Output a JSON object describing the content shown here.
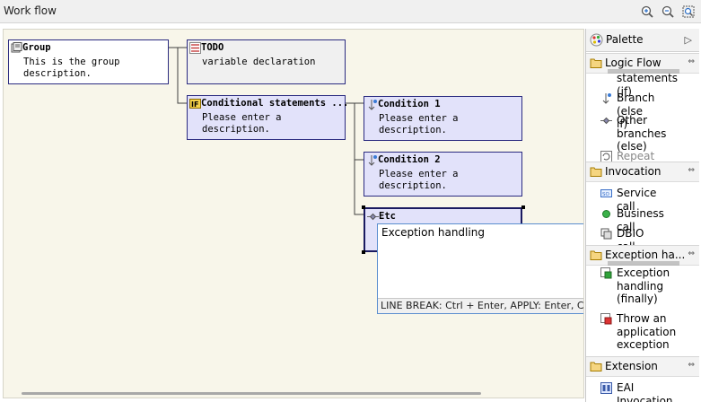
{
  "window": {
    "title": "Work flow",
    "zoom_in": "zoom-in-icon",
    "zoom_out": "zoom-out-icon",
    "fit": "fit-page-icon"
  },
  "nodes": {
    "group": {
      "title": "Group",
      "desc": "This is the group\ndescription."
    },
    "todo": {
      "title": "TODO",
      "desc": "variable declaration"
    },
    "conditional": {
      "title": "Conditional statements ...",
      "desc": "Please enter a\ndescription."
    },
    "condition1": {
      "title": "Condition 1",
      "desc": "Please enter a\ndescription."
    },
    "condition2": {
      "title": "Condition 2",
      "desc": "Please enter a\ndescription."
    },
    "etc": {
      "title": "Etc"
    }
  },
  "editor": {
    "value": "Exception handling",
    "hint": "LINE BREAK: Ctrl + Enter, APPLY: Enter, CA"
  },
  "palette": {
    "title": "Palette",
    "drawers": {
      "logic": {
        "label": "Logic Flow",
        "items": [
          "statements (if)",
          "Branch (else if)",
          "Other branches\n(else)",
          "Repeat"
        ]
      },
      "invocation": {
        "label": "Invocation",
        "items": [
          "Service call",
          "Business call",
          "DBIO call"
        ]
      },
      "exception": {
        "label": "Exception ha...",
        "items": [
          "Exception\nhandling\n(finally)",
          "Throw an\napplication\nexception"
        ]
      },
      "extension": {
        "label": "Extension",
        "items": [
          "EAI Invocation"
        ]
      }
    }
  },
  "colors": {
    "node_border": "#2b2b80",
    "node_lavender": "#e2e2fa",
    "canvas": "#f8f6ea",
    "editor_border": "#5b8ecf"
  }
}
